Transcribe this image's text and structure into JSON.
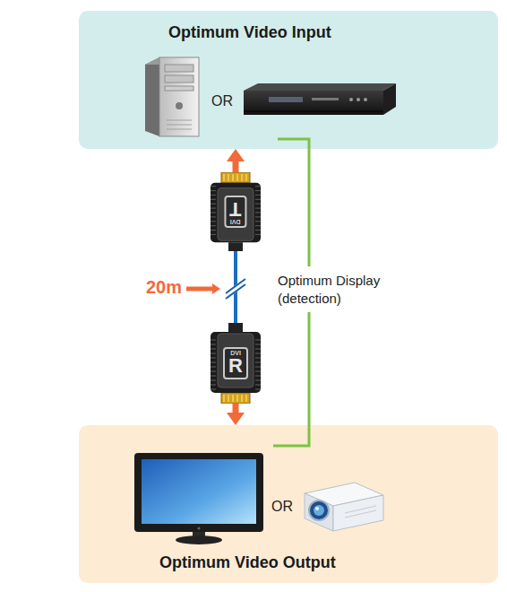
{
  "diagram": {
    "nodes": [
      {
        "text": [
          "Optimum Video Input"
        ]
      },
      {
        "text": [
          "DVI",
          "T"
        ]
      },
      {
        "text": [
          "DVI",
          "R"
        ]
      },
      {
        "text": [
          "Optimum Video Output"
        ]
      }
    ],
    "edges": [
      {
        "from": 1,
        "to": 0,
        "arrow": "to"
      },
      {
        "from": 1,
        "to": 2,
        "arrow": "none"
      },
      {
        "from": 0,
        "to": 3,
        "arrow": "none",
        "label": "Optimum Display (detection)"
      },
      {
        "from": 2,
        "to": 3,
        "arrow": "to"
      }
    ],
    "labels": [
      "OR",
      "OR",
      "20m"
    ]
  }
}
